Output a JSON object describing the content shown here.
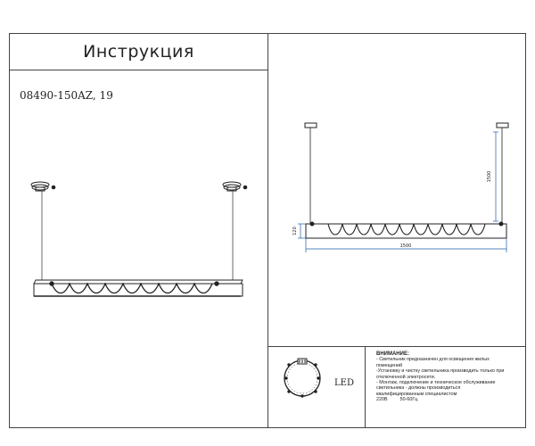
{
  "header": {
    "title": "Инструкция"
  },
  "product": {
    "model": "08490-150AZ, 19"
  },
  "dimensions": {
    "length": "1500",
    "height": "120",
    "suspension": "1500"
  },
  "light": {
    "type": "LED"
  },
  "warning": {
    "title": "ВНИМАНИЕ:",
    "lines": [
      "- Светильник предназначен для освещения жилых",
      "помещений",
      "-Установку и чистку светильника производить только при",
      "отключенной электросети.",
      "- Монтаж, подключение и техническое обслуживание",
      "светильника - должны производиться",
      "квалифицированным специалистом"
    ],
    "voltage": "220В",
    "frequency": "50-60Гц"
  }
}
